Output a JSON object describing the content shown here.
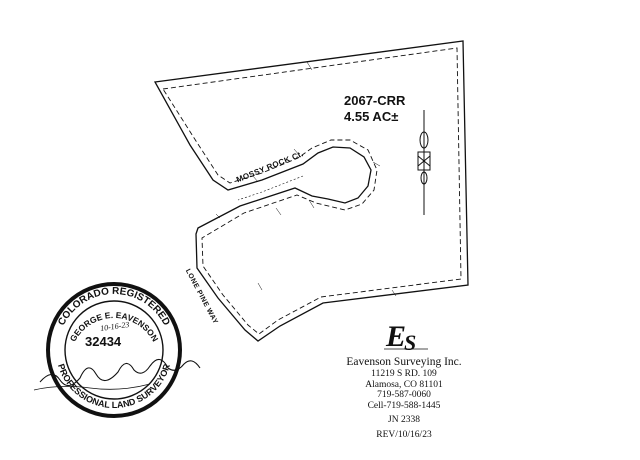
{
  "lot": {
    "id": "2067-CRR",
    "area": "4.55 AC±"
  },
  "roads": {
    "mossy_rock": "MOSSY ROCK Ct.",
    "lone_pine": "LONE PINE WAY"
  },
  "company": {
    "name": "Eavenson Surveying Inc.",
    "address1": "11219  S RD. 109",
    "address2": "Alamosa, CO 81101",
    "phone1": "719-587-0060",
    "phone2": "Cell-719-588-1445",
    "job": "JN 2338",
    "revision": "REV/10/16/23",
    "logo_letters": "ES"
  },
  "seal": {
    "top_text": "COLORADO REGISTERED",
    "name_text": "GEORGE E. EAVENSON",
    "bottom_text": "PROFESSIONAL LAND SURVEYOR",
    "license": "32434",
    "handwritten_date": "10-16-23",
    "signature": "George E Eavenson"
  },
  "colors": {
    "ink": "#111111",
    "paper": "#ffffff"
  }
}
